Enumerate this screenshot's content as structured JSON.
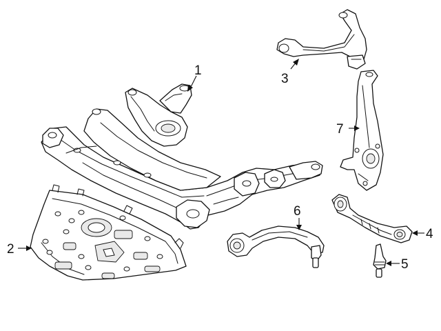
{
  "callouts": [
    {
      "id": "1",
      "label": "1",
      "part": "front-crossmember-subframe"
    },
    {
      "id": "2",
      "label": "2",
      "part": "splash-shield-skid-plate"
    },
    {
      "id": "3",
      "label": "3",
      "part": "upper-control-arm"
    },
    {
      "id": "4",
      "label": "4",
      "part": "lower-rear-control-arm"
    },
    {
      "id": "5",
      "label": "5",
      "part": "ball-joint-stud"
    },
    {
      "id": "6",
      "label": "6",
      "part": "lower-front-control-arm"
    },
    {
      "id": "7",
      "label": "7",
      "part": "steering-knuckle"
    }
  ],
  "colors": {
    "line": "#111111",
    "background": "#ffffff",
    "shade": "#e9e9e9"
  }
}
